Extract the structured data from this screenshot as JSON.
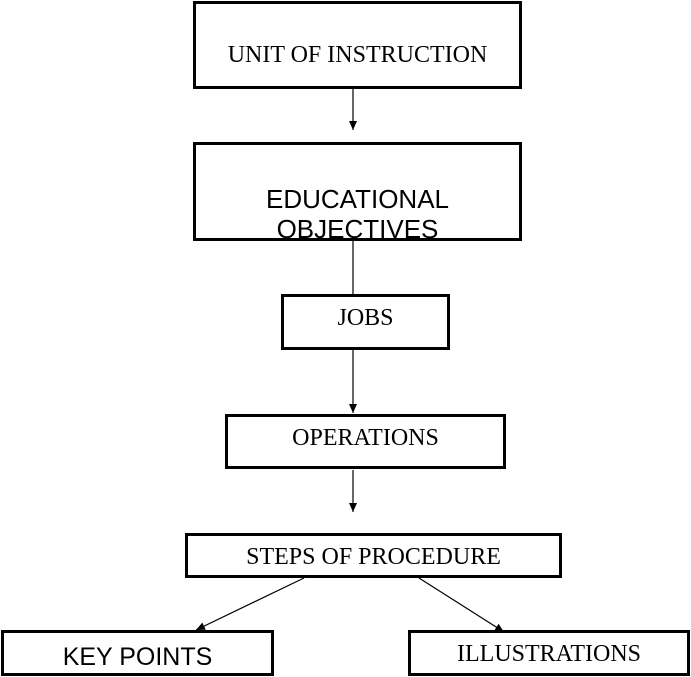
{
  "diagram": {
    "nodes": {
      "unit_of_instruction": "UNIT OF INSTRUCTION",
      "educational_objectives_line1": "EDUCATIONAL",
      "educational_objectives_line2": "OBJECTIVES",
      "jobs": "JOBS",
      "operations": "OPERATIONS",
      "steps_of_procedure": "STEPS OF PROCEDURE",
      "key_points": "KEY POINTS",
      "illustrations": "ILLUSTRATIONS"
    },
    "colors": {
      "line": "#000000",
      "background": "#ffffff"
    }
  }
}
